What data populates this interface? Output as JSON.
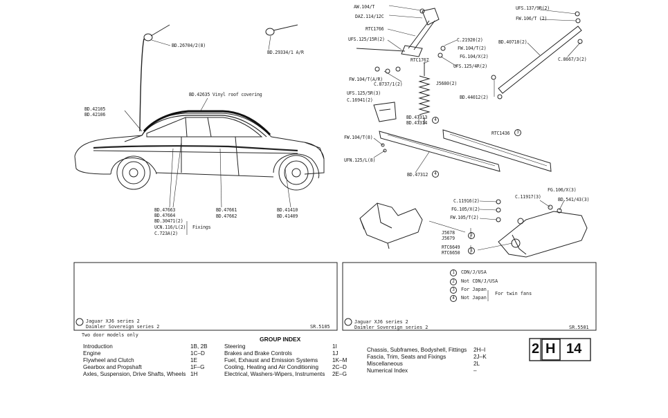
{
  "left_callouts": [
    {
      "id": "c1",
      "text": "BD.26704/2(8)"
    },
    {
      "id": "c2",
      "text": "BD.29334/1 A/R"
    },
    {
      "id": "c3",
      "text": "BD.42635 Vinyl roof covering"
    },
    {
      "id": "c4",
      "text": "BD.42105"
    },
    {
      "id": "c5",
      "text": "BD.42106"
    },
    {
      "id": "c6",
      "text": "BD.47663"
    },
    {
      "id": "c7",
      "text": "BD.47664"
    },
    {
      "id": "c8",
      "text": "BD.30471(2)"
    },
    {
      "id": "c9",
      "text": "UCN.116/L(2)"
    },
    {
      "id": "c10",
      "text": "C.723A(2)"
    },
    {
      "id": "c11",
      "text": "Fixings"
    },
    {
      "id": "c12",
      "text": "BD.47661"
    },
    {
      "id": "c13",
      "text": "BD.47662"
    },
    {
      "id": "c14",
      "text": "BD.41410"
    },
    {
      "id": "c15",
      "text": "BD.41409"
    }
  ],
  "right_callouts": [
    {
      "id": "r1",
      "text": "AW.104/T"
    },
    {
      "id": "r2",
      "text": "DAZ.114/12C"
    },
    {
      "id": "r3",
      "text": "RTC1766"
    },
    {
      "id": "r4",
      "text": "UFS.125/15R(2)"
    },
    {
      "id": "r5",
      "text": "C.21920(2)"
    },
    {
      "id": "r6",
      "text": "FW.104/T(2)"
    },
    {
      "id": "r7",
      "text": "FG.104/X(2)"
    },
    {
      "id": "r8",
      "text": "UFS.125/4R(2)"
    },
    {
      "id": "r9",
      "text": "RTC1767"
    },
    {
      "id": "r10",
      "text": "FW.104/T(A/R)"
    },
    {
      "id": "r11",
      "text": "C.8737/1(2)"
    },
    {
      "id": "r12",
      "text": "J5680(2)"
    },
    {
      "id": "r13",
      "text": "UFS.125/5R(3)"
    },
    {
      "id": "r14",
      "text": "C.16941(2)"
    },
    {
      "id": "r15",
      "text": "BD.47313"
    },
    {
      "id": "r16",
      "text": "BD.47314"
    },
    {
      "id": "r17",
      "text": "UFS.137/9R(2)"
    },
    {
      "id": "r18",
      "text": "FW.106/T (2)"
    },
    {
      "id": "r19",
      "text": "BD.40718(2)"
    },
    {
      "id": "r20",
      "text": "C.8667/3(2)"
    },
    {
      "id": "r21",
      "text": "BD.44012(2)"
    },
    {
      "id": "r22",
      "text": "RTC1436"
    },
    {
      "id": "r23",
      "text": "FW.104/T(8)"
    },
    {
      "id": "r24",
      "text": "UFN.125/L(8)"
    },
    {
      "id": "r25",
      "text": "BD.47312"
    },
    {
      "id": "r26",
      "text": "C.11916(2)"
    },
    {
      "id": "r27",
      "text": "FG.105/X(2)"
    },
    {
      "id": "r28",
      "text": "FW.105/T(2)"
    },
    {
      "id": "r29",
      "text": "C.11917(3)"
    },
    {
      "id": "r30",
      "text": "FG.106/X(3)"
    },
    {
      "id": "r31",
      "text": "BD.541/43(3)"
    },
    {
      "id": "r32",
      "text": "J5678"
    },
    {
      "id": "r33",
      "text": "J5679"
    },
    {
      "id": "r34",
      "text": "RTC6649"
    },
    {
      "id": "r35",
      "text": "RTC6650"
    }
  ],
  "left_box": {
    "line1": "Jaguar XJ6 series 2",
    "line2": "Daimler Sovereign series 2",
    "ref": "SR.5105",
    "note": "Two door models only"
  },
  "right_box": {
    "line1": "Jaguar XJ6 series 2",
    "line2": "Daimler Sovereign series 2",
    "ref": "SR.5501",
    "legend": [
      {
        "num": "1",
        "text": "CDN/J/USA"
      },
      {
        "num": "2",
        "text": "Not CDN/J/USA"
      },
      {
        "num": "3",
        "text": "For Japan"
      },
      {
        "num": "4",
        "text": "Not Japan"
      }
    ],
    "legend_note": "For twin fans"
  },
  "group_index": {
    "title": "GROUP INDEX",
    "col1": [
      {
        "name": "Introduction",
        "code": "1B, 2B"
      },
      {
        "name": "Engine",
        "code": "1C–D"
      },
      {
        "name": "Flywheel and Clutch",
        "code": "1E"
      },
      {
        "name": "Gearbox and Propshaft",
        "code": "1F–G"
      },
      {
        "name": "Axles, Suspension, Drive Shafts, Wheels",
        "code": "1H"
      }
    ],
    "col2": [
      {
        "name": "Steering",
        "code": "1I"
      },
      {
        "name": "Brakes and Brake Controls",
        "code": "1J"
      },
      {
        "name": "Fuel, Exhaust and Emission Systems",
        "code": "1K–M"
      },
      {
        "name": "Cooling, Heating and Air Conditioning",
        "code": "2C–D"
      },
      {
        "name": "Electrical, Washers-Wipers, Instruments",
        "code": "2E–G"
      }
    ],
    "col3": [
      {
        "name": "Chassis, Subframes, Bodyshell, Fittings",
        "code": "2H–I"
      },
      {
        "name": "Fascia, Trim, Seats and Fixings",
        "code": "2J–K"
      },
      {
        "name": "Miscellaneous",
        "code": "2L"
      },
      {
        "name": "Numerical Index",
        "code": "–"
      }
    ]
  },
  "page_tab": {
    "group": "2",
    "section": "H",
    "page": "14"
  },
  "circle_marks": {
    "m1": "1",
    "m2": "2",
    "m3": "3",
    "m4": "4"
  }
}
